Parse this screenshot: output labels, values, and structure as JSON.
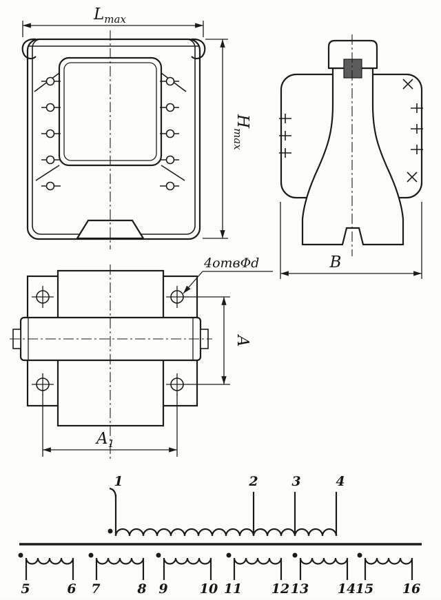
{
  "dimensions": {
    "length": {
      "main": "L",
      "sub": "max"
    },
    "height": {
      "main": "H",
      "sub": "max"
    },
    "width": {
      "main": "B"
    },
    "hole_spacing_vertical": {
      "main": "A"
    },
    "hole_spacing_horizontal": {
      "main": "A",
      "sub": "1"
    },
    "holes_note": "4отвΦd"
  },
  "schematic": {
    "primary_terminals": [
      "1",
      "2",
      "3",
      "4"
    ],
    "secondary_terminals": [
      "5",
      "6",
      "7",
      "8",
      "9",
      "10",
      "11",
      "12",
      "13",
      "14",
      "15",
      "16"
    ]
  }
}
